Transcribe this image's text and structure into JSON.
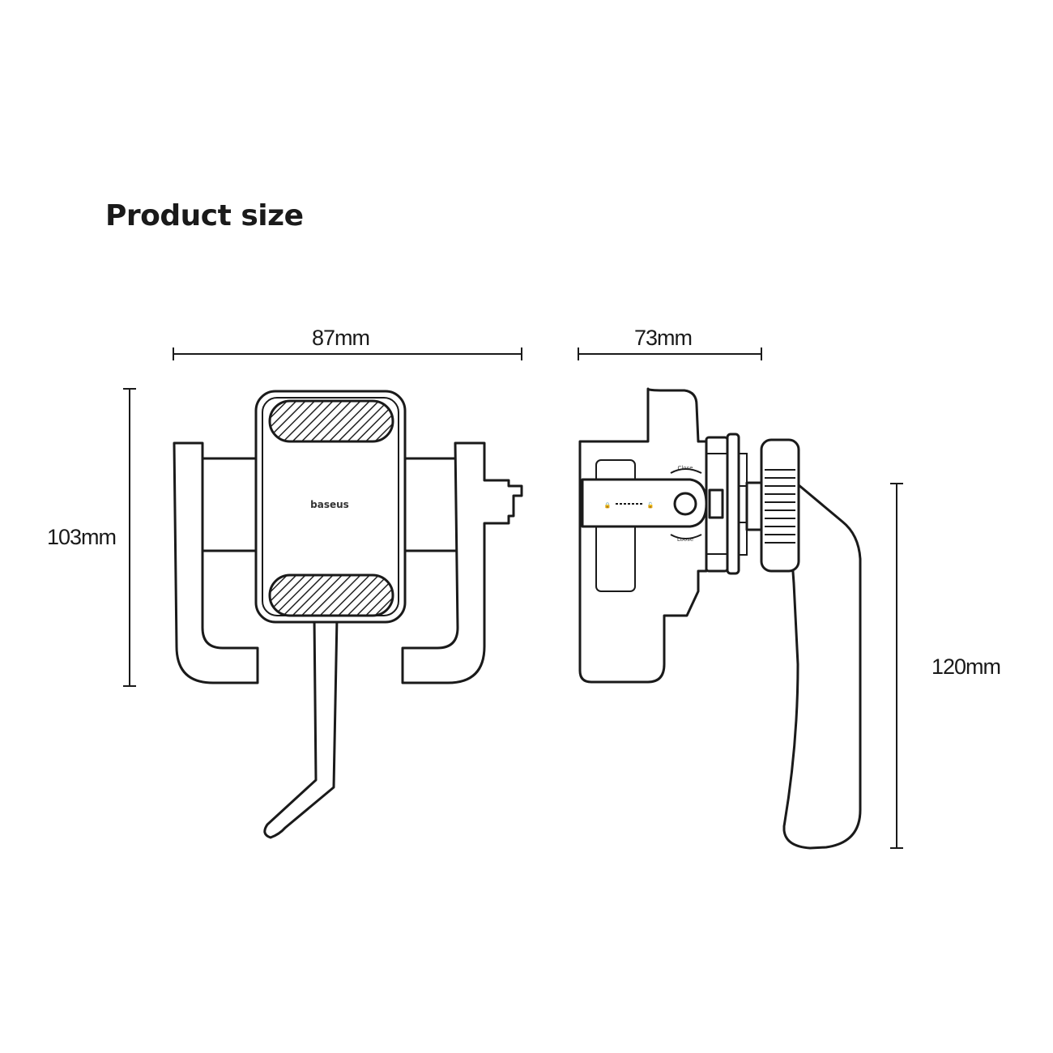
{
  "title": "Product size",
  "front_view": {
    "width_label": "87mm",
    "height_label": "103mm",
    "brand_logo_text": "baseus"
  },
  "side_view": {
    "depth_label": "73mm",
    "total_height_label": "120mm",
    "close_label": "Close",
    "loose_label": "Loose"
  }
}
